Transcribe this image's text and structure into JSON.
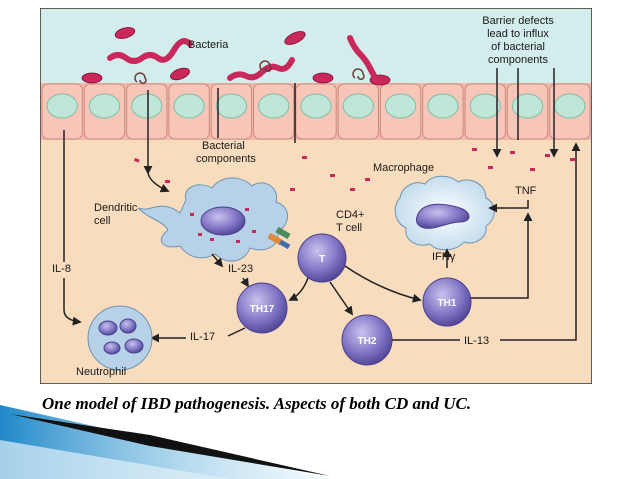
{
  "labels": {
    "bacteria": "Bacteria",
    "barrier_1": "Barrier defects",
    "barrier_2": "lead to influx",
    "barrier_3": "of bacterial",
    "barrier_4": "components",
    "bact_comp_1": "Bacterial",
    "bact_comp_2": "components",
    "macrophage": "Macrophage",
    "dendritic_1": "Dendritic",
    "dendritic_2": "cell",
    "tnf": "TNF",
    "cd4_1": "CD4+",
    "cd4_2": "T cell",
    "t": "T",
    "ifng": "IFNγ",
    "il8": "IL-8",
    "il23": "IL-23",
    "th17": "TH17",
    "th1": "TH1",
    "il17": "IL-17",
    "th2": "TH2",
    "il13": "IL-13",
    "neutrophil": "Neutrophil"
  },
  "caption": "One model of IBD pathogenesis. Aspects of both CD  and UC.",
  "colors": {
    "lumen": "#d3ecec",
    "lamina": "#f8dcbe",
    "epithelium": "#f4b6a8",
    "cell_purple": "#6e63b5",
    "bacteria": "#c8285a",
    "slide_blue": "#1e88c8"
  }
}
